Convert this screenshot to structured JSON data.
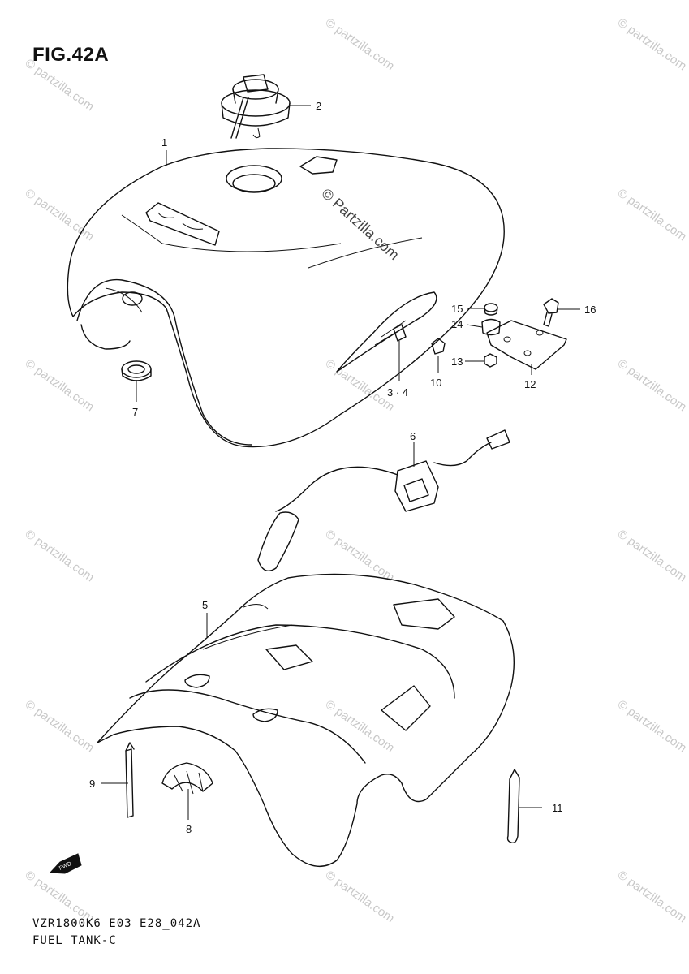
{
  "figure": {
    "title": "FIG.42A",
    "footer_code": "VZR1800K6 E03 E28_042A",
    "footer_name": "FUEL TANK-C"
  },
  "watermark": {
    "text": "© partzilla.com",
    "center_text": "© Partzilla.com"
  },
  "callouts": [
    "1",
    "2",
    "3 · 4",
    "5",
    "6",
    "7",
    "8",
    "9",
    "10",
    "11",
    "12",
    "13",
    "14",
    "15",
    "16"
  ],
  "front_badge": "FWD"
}
